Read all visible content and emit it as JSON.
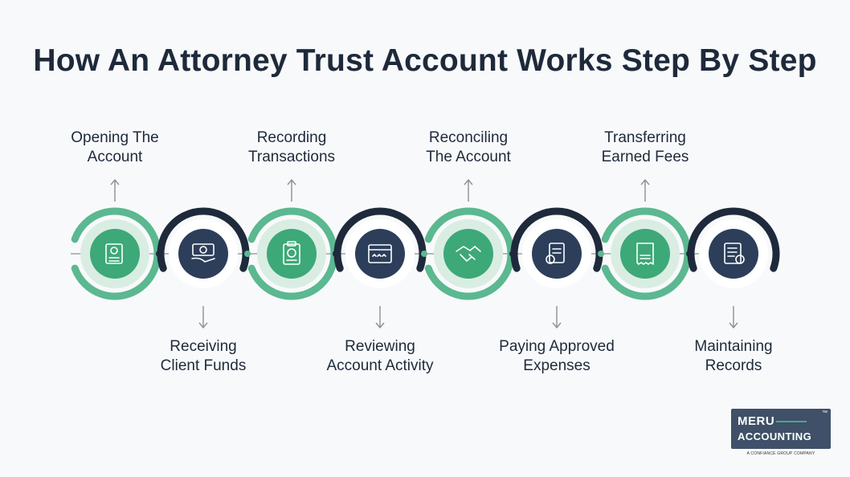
{
  "title": "How An Attorney Trust Account Works Step By Step",
  "colors": {
    "title": "#1e2a3b",
    "green_ring": "#5bb891",
    "green_fill": "#3da878",
    "dark_ring": "#1e2a3b",
    "dark_fill": "#2c3e5a",
    "light_band": "#cfe6db",
    "arrow": "#8c9097"
  },
  "steps": [
    {
      "id": 1,
      "lines": [
        "Opening The",
        "Account"
      ],
      "position": "top",
      "style": "green",
      "icon": "certificate-icon"
    },
    {
      "id": 2,
      "lines": [
        "Receiving",
        "Client Funds"
      ],
      "position": "bottom",
      "style": "dark",
      "icon": "cash-hand-icon"
    },
    {
      "id": 3,
      "lines": [
        "Recording",
        "Transactions"
      ],
      "position": "top",
      "style": "green",
      "icon": "clipboard-icon"
    },
    {
      "id": 4,
      "lines": [
        "Reviewing",
        "Account Activity"
      ],
      "position": "bottom",
      "style": "dark",
      "icon": "browser-review-icon"
    },
    {
      "id": 5,
      "lines": [
        "Reconciling",
        "The Account"
      ],
      "position": "top",
      "style": "green",
      "icon": "handshake-icon"
    },
    {
      "id": 6,
      "lines": [
        "Paying Approved",
        "Expenses"
      ],
      "position": "bottom",
      "style": "dark",
      "icon": "invoice-payment-icon"
    },
    {
      "id": 7,
      "lines": [
        "Transferring",
        "Earned Fees"
      ],
      "position": "top",
      "style": "green",
      "icon": "fee-receipt-icon"
    },
    {
      "id": 8,
      "lines": [
        "Maintaining",
        "Records"
      ],
      "position": "bottom",
      "style": "dark",
      "icon": "records-gear-icon"
    }
  ],
  "logo": {
    "line1": "MERU",
    "line2": "ACCOUNTING",
    "trademark": "™",
    "tagline": "A CONFIANCE GROUP COMPANY"
  }
}
